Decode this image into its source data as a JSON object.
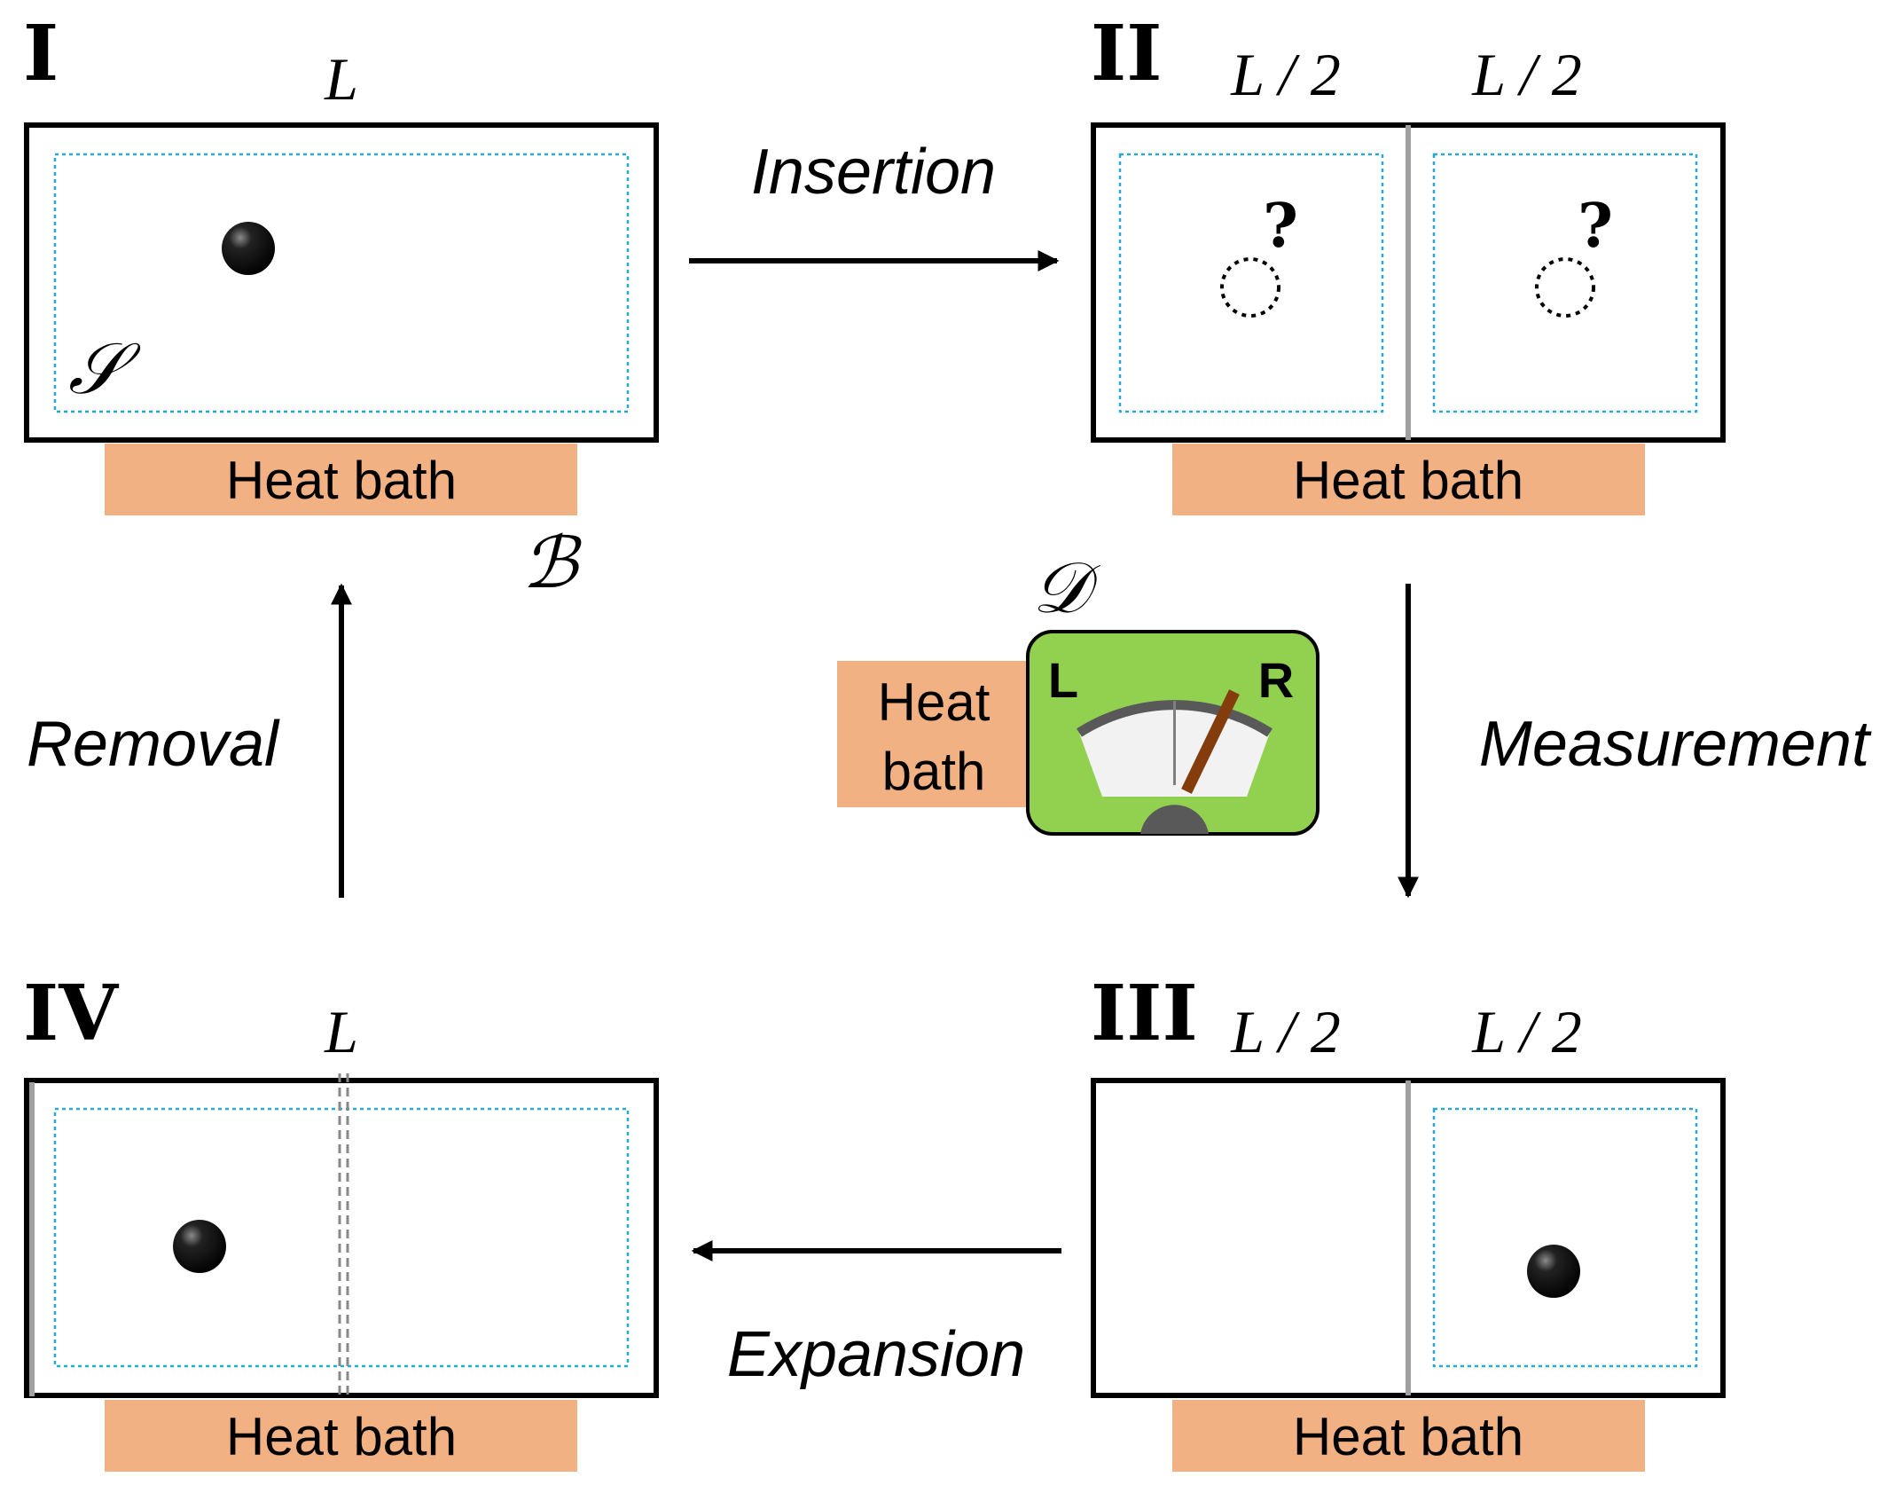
{
  "stages": {
    "I": {
      "numeral": "I",
      "length_label": "L",
      "system_symbol": "𝒮",
      "bath_symbol": "ℬ",
      "bath_label": "Heat bath"
    },
    "II": {
      "numeral": "II",
      "left_length": "L / 2",
      "right_length": "L / 2",
      "question_marks": [
        "?",
        "?"
      ],
      "bath_label": "Heat bath"
    },
    "III": {
      "numeral": "III",
      "left_length": "L / 2",
      "right_length": "L / 2",
      "bath_label": "Heat bath"
    },
    "IV": {
      "numeral": "IV",
      "length_label": "L",
      "bath_label": "Heat bath"
    }
  },
  "processes": {
    "insertion": "Insertion",
    "measurement": "Measurement",
    "expansion": "Expansion",
    "removal": "Removal"
  },
  "detector": {
    "symbol": "𝒟",
    "bath_line1": "Heat",
    "bath_line2": "bath",
    "left_label": "L",
    "right_label": "R"
  },
  "colors": {
    "heat_bath": "#f2b183",
    "gauge_panel": "#92d050",
    "needle": "#843c0c",
    "inner_region": "#29a8cf",
    "partition": "#a0a0a0"
  }
}
